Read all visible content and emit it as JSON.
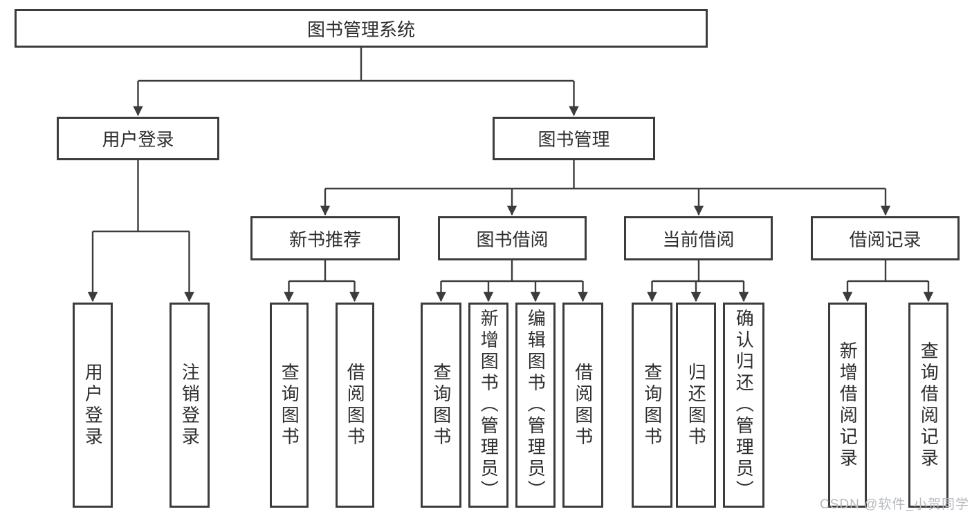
{
  "nodes": {
    "root": "图书管理系统",
    "level2": [
      {
        "label": "用户登录"
      },
      {
        "label": "图书管理"
      }
    ],
    "level3": [
      {
        "label": "新书推荐"
      },
      {
        "label": "图书借阅"
      },
      {
        "label": "当前借阅"
      },
      {
        "label": "借阅记录"
      }
    ],
    "leaves_user": [
      {
        "label": "用户登录"
      },
      {
        "label": "注销登录"
      }
    ],
    "leaves_new_book": [
      {
        "label": "查询图书"
      },
      {
        "label": "借阅图书"
      }
    ],
    "leaves_borrow": [
      {
        "label": "查询图书"
      },
      {
        "label": "新增图书（管理员）"
      },
      {
        "label": "编辑图书（管理员）"
      },
      {
        "label": "借阅图书"
      }
    ],
    "leaves_current": [
      {
        "label": "查询图书"
      },
      {
        "label": "归还图书"
      },
      {
        "label": "确认归还（管理员）"
      }
    ],
    "leaves_record": [
      {
        "label": "新增借阅记录"
      },
      {
        "label": "查询借阅记录"
      }
    ]
  },
  "watermark": "CSDN @软件_小贺同学",
  "colors": {
    "line": "#3c3c3c",
    "box_border": "#3c3c3c",
    "box_fill": "#ffffff",
    "text": "#2e2e2e",
    "watermark": "#b6b9be",
    "background": "#ffffff"
  }
}
